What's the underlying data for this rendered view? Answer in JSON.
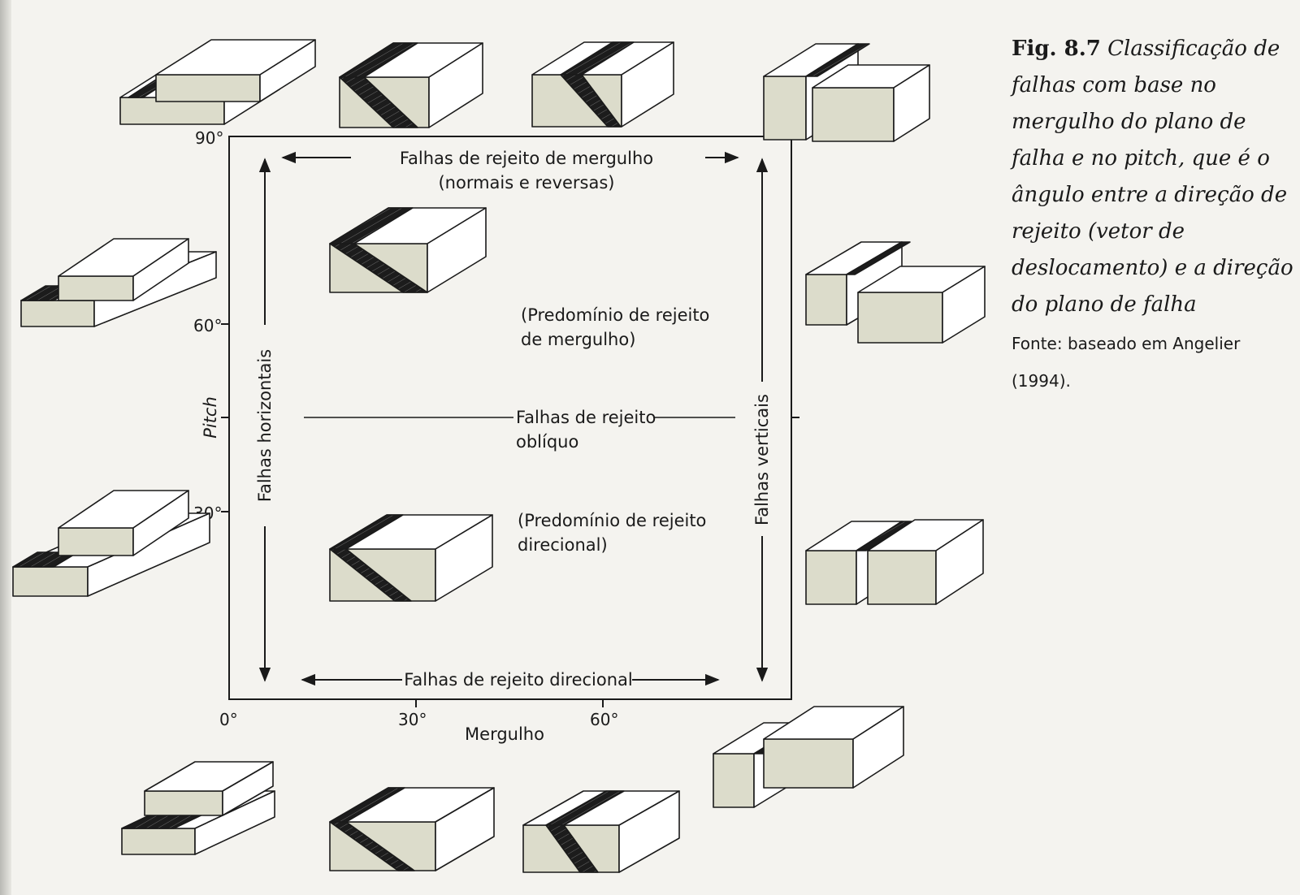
{
  "caption": {
    "figure_number": "Fig. 8.7",
    "text": "Classificação de falhas com base no mergulho do plano de falha e no pitch, que é o ângulo entre a direção de rejeito (vetor de deslocamento) e a direção do plano de falha",
    "source": "Fonte: baseado em Angelier (1994)."
  },
  "diagram": {
    "top_label_line1": "Falhas de rejeito de mergulho",
    "top_label_line2": "(normais e reversas)",
    "bottom_label": "Falhas de rejeito direcional",
    "left_label": "Falhas horizontais",
    "right_label": "Falhas verticais",
    "pitch_label": "Pitch",
    "mergulho_label": "Mergulho",
    "oblique_line1": "Falhas de rejeito",
    "oblique_line2": "oblíquo",
    "dip_dominant_line1": "(Predomínio de rejeito",
    "dip_dominant_line2": "de mergulho)",
    "strike_dominant_line1": "(Predomínio de rejeito",
    "strike_dominant_line2": "direcional)",
    "y_ticks": [
      "90°",
      "60°",
      "30°"
    ],
    "x_ticks": [
      "0°",
      "30°",
      "60°"
    ]
  },
  "colors": {
    "block_face": "#dcdccb",
    "block_light": "#ffffff",
    "fault_plane": "#1c1c1c",
    "background": "#f4f3ef"
  }
}
